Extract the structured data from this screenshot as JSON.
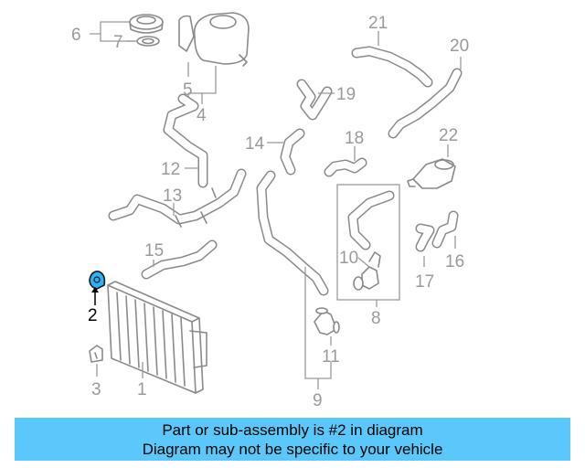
{
  "diagram": {
    "callouts": {
      "c1": "1",
      "c2": "2",
      "c3": "3",
      "c4": "4",
      "c5": "5",
      "c6": "6",
      "c7": "7",
      "c8": "8",
      "c9": "9",
      "c10": "10",
      "c11": "11",
      "c12": "12",
      "c13": "13",
      "c14": "14",
      "c15": "15",
      "c16": "16",
      "c17": "17",
      "c18": "18",
      "c19": "19",
      "c20": "20",
      "c21": "21",
      "c22": "22"
    },
    "highlighted_part": "2",
    "colors": {
      "highlight": "#2fb0f0",
      "line": "#8a8a8a",
      "caption_bg": "#5ac8fa"
    }
  },
  "caption": {
    "line1": "Part or sub-assembly is #2 in diagram",
    "line2": "Diagram may not be specific to your vehicle"
  }
}
